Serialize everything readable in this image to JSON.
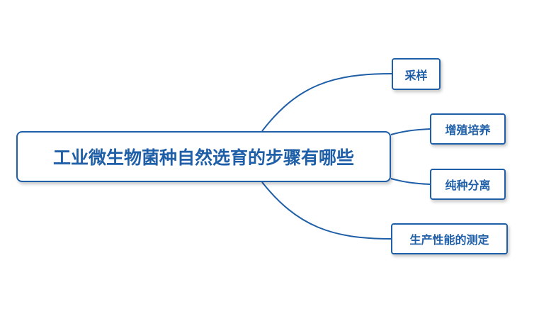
{
  "mindmap": {
    "root": {
      "label": "工业微生物菌种自然选育的步骤有哪些"
    },
    "children": [
      {
        "label": "采样"
      },
      {
        "label": "增殖培养"
      },
      {
        "label": "纯种分离"
      },
      {
        "label": "生产性能的测定"
      }
    ],
    "colors": {
      "primary": "#1f5fa8",
      "background": "#ffffff"
    }
  }
}
